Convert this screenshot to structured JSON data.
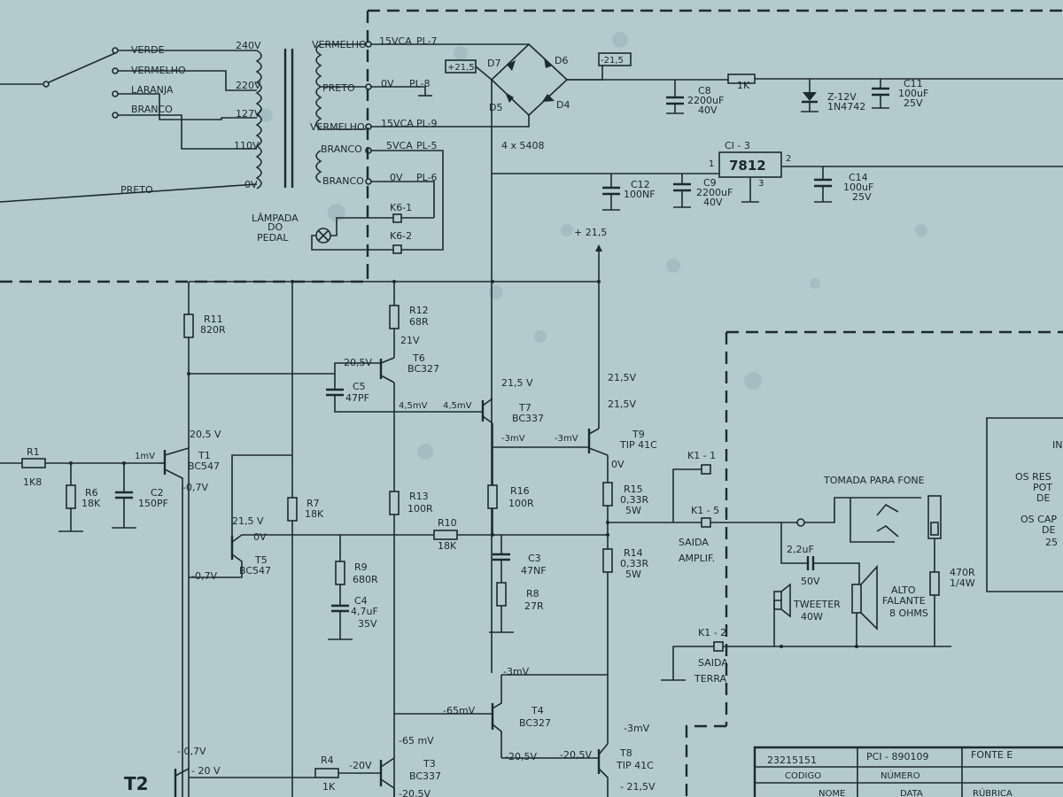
{
  "mains": {
    "taps": [
      "VERDE",
      "VERMELHO",
      "LARANJA",
      "BRANCO",
      "PRETO"
    ],
    "voltages": [
      "240V",
      "220V",
      "127V",
      "110V",
      "0V"
    ]
  },
  "secondary": {
    "rows": [
      {
        "wire": "VERMELHO",
        "volt": "15VCA",
        "pin": "PL-7"
      },
      {
        "wire": "PRETO",
        "volt": "0V",
        "pin": "PL-8"
      },
      {
        "wire": "VERMELHO",
        "volt": "15VCA",
        "pin": "PL-9"
      },
      {
        "wire": "BRANCO",
        "volt": "5VCA",
        "pin": "PL-5"
      },
      {
        "wire": "BRANCO",
        "volt": "0V",
        "pin": "PL-6"
      }
    ]
  },
  "lamp": {
    "l1": "LÂMPADA",
    "l2": "DO",
    "l3": "PEDAL",
    "k1": "K6-1",
    "k2": "K6-2"
  },
  "rectifier": {
    "plus": "+21,5",
    "minus": "-21,5",
    "d7": "D7",
    "d6": "D6",
    "d5": "D5",
    "d4": "D4",
    "type": "4 x 5408"
  },
  "supply": {
    "c8": "C8",
    "c8v": "2200uF",
    "c8w": "40V",
    "r1k": "1K",
    "z": "Z-12V",
    "zp": "1N4742",
    "c11": "C11",
    "c11v": "100uF",
    "c11w": "25V",
    "ci": "CI - 3",
    "reg": "7812",
    "p1": "1",
    "p2": "2",
    "p3": "3",
    "c12": "C12",
    "c12v": "100NF",
    "c9": "C9",
    "c9v": "2200uF",
    "c9w": "40V",
    "c14": "C14",
    "c14v": "100uF",
    "c14w": "25V",
    "vplus": "+ 21,5"
  },
  "amp": {
    "r11": "R11",
    "r11v": "820R",
    "r12": "R12",
    "r12v": "68R",
    "v21": "21V",
    "t6": "T6",
    "t6p": "BC327",
    "v205a": "20,5V",
    "c5": "C5",
    "c5v": "47PF",
    "v45a": "4,5mV",
    "v45b": "4,5mV",
    "t7": "T7",
    "t7p": "BC337",
    "v215a": "21,5 V",
    "v215b": "21,5V",
    "v215c": "21,5V",
    "vm3a": "-3mV",
    "vm3b": "-3mV",
    "t9": "T9",
    "t9p": "TIP 41C",
    "v0": "0V",
    "r1": "R1",
    "r1v": "1K8",
    "r6": "R6",
    "r6v": "18K",
    "c2": "C2",
    "c2v": "150PF",
    "v1mv": "1mV",
    "v205b": "20,5 V",
    "t1": "T1",
    "t1p": "BC547",
    "vm07a": "-0,7V",
    "v215d": "21,5 V",
    "v0b": "0V",
    "t5": "T5",
    "t5p": "BC547",
    "vm07b": "-0,7V",
    "r7": "R7",
    "r7v": "18K",
    "r9": "R9",
    "r9v": "680R",
    "c4": "C4",
    "c4v": "4,7uF",
    "c4w": "35V",
    "r13": "R13",
    "r13v": "100R",
    "r10": "R10",
    "r10v": "18K",
    "r16": "R16",
    "r16v": "100R",
    "c3": "C3",
    "c3v": "47NF",
    "r8": "R8",
    "r8v": "27R",
    "r15": "R15",
    "r15v": "0,33R",
    "r15w": "5W",
    "r14": "R14",
    "r14v": "0,33R",
    "r14w": "5W",
    "k11": "K1 - 1",
    "k15": "K1 - 5",
    "saida1": "SAIDA",
    "saida2": "AMPLIF.",
    "k12": "K1 - 2",
    "saida3": "SAIDA",
    "saida4": "TERRA",
    "vm3c": "-3mV",
    "vm65a": "-65mV",
    "t4": "T4",
    "t4p": "BC327",
    "vm3d": "-3mV",
    "vm65b": "-65 mV",
    "t8": "T8",
    "t8p": "TIP 41C",
    "vm205a": "-20,5V",
    "vm205b": "-20,5V",
    "vm215": "- 21,5V",
    "vm07c": "- 0,7V",
    "vm20": "- 20 V",
    "t2": "T2",
    "r4": "R4",
    "r4v": "1K",
    "vm20b": "-20V",
    "t3": "T3",
    "t3p": "BC337",
    "vm205c": "-20,5V"
  },
  "output": {
    "tomada": "TOMADA PARA FONE",
    "c22": "2,2uF",
    "c22w": "50V",
    "tweeter": "TWEETER",
    "tww": "40W",
    "alto1": "ALTO",
    "alto2": "FALANTE",
    "alto3": "8 OHMS",
    "r470": "470R",
    "r470w": "1/4W"
  },
  "notes": {
    "l1": "IN",
    "l2": "OS RES",
    "l3": "POT",
    "l4": "DE",
    "l5": "OS CAP",
    "l6": "DE",
    "l7": "25"
  },
  "titleblock": {
    "code": "23215151",
    "pci": "PCI - 890109",
    "fonte": "FONTE E",
    "codigo": "CODIGO",
    "numero": "NÚMERO",
    "nome": "NOME",
    "data": "DATA",
    "rubrica": "RÚBRICA"
  }
}
